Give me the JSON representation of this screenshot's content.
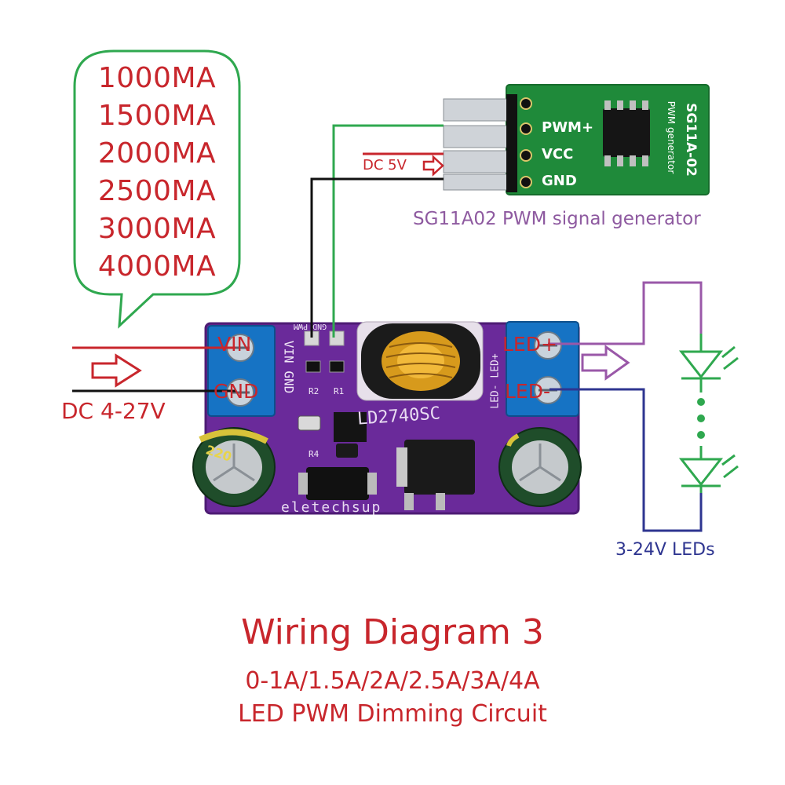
{
  "currents": [
    "1000MA",
    "1500MA",
    "2000MA",
    "2500MA",
    "3000MA",
    "4000MA"
  ],
  "pwm_module": {
    "pins": [
      "PWM+",
      "VCC",
      "GND"
    ],
    "board_name": "SG11A-02",
    "board_sub": "PWM generator",
    "caption": "SG11A02 PWM signal generator"
  },
  "dc5v_label": "DC 5V",
  "driver_board": {
    "model": "LD2740SC",
    "brand": "eletechsup",
    "pin_vin": "VIN",
    "pin_gnd": "GND",
    "pin_led_plus": "LED+",
    "pin_led_minus": "LED-",
    "silk_vin_gnd": "VIN GND",
    "silk_gnd_pwm": "GND PWM",
    "r1": "R1",
    "r2": "R2",
    "r4": "R4",
    "cap_left": "220",
    "silk_led": "LED- LED+"
  },
  "input_label": "DC 4-27V",
  "leds_label": "3-24V LEDs",
  "title": "Wiring Diagram 3",
  "subtitle_1": "0-1A/1.5A/2A/2.5A/3A/4A",
  "subtitle_2": "LED PWM Dimming Circuit",
  "colors": {
    "red": "#c8262c",
    "green_wire": "#2fa84f",
    "purple_wire": "#9a58a8",
    "blue_wire": "#2e3590",
    "black_wire": "#111111",
    "pcb_purple": "#6a2a9a",
    "pwm_board_green": "#1f8a3a",
    "terminal_blue": "#1673c4",
    "led_green": "#2fa84f"
  }
}
